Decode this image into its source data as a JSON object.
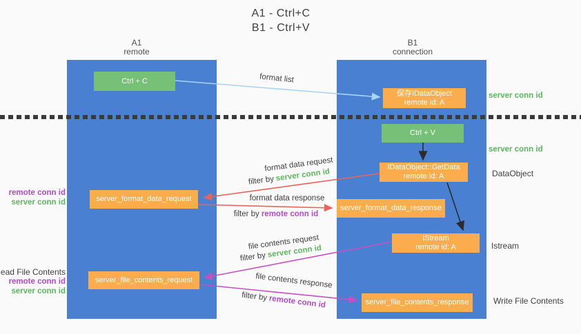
{
  "title": {
    "line1": "A1 - Ctrl+C",
    "line2": "B1 - Ctrl+V"
  },
  "columns": {
    "left": {
      "name": "A1",
      "role": "remote"
    },
    "right": {
      "name": "B1",
      "role": "connection"
    }
  },
  "nodes": {
    "ctrl_c": {
      "label": "Ctrl + C"
    },
    "save_idataobject": {
      "line1": "保存IDataObject",
      "line2": "remote id: A"
    },
    "ctrl_v": {
      "label": "Ctrl + V"
    },
    "getdata": {
      "line1": "IDataObject::GetData",
      "line2": "remote id: A"
    },
    "format_request": {
      "label": "server_format_data_request"
    },
    "format_response": {
      "label": "server_format_data_response"
    },
    "istream": {
      "line1": "IStream",
      "line2": "remote id: A"
    },
    "file_request": {
      "label": "server_file_contents_request"
    },
    "file_response": {
      "label": "server_file_contents_response"
    }
  },
  "flow_labels": {
    "format_list": "format list",
    "format_data_request": {
      "title": "format data request",
      "filter_prefix": "filter by",
      "filter_key": "server conn id"
    },
    "format_data_response": {
      "title": "format data response",
      "filter_prefix": "filter by",
      "filter_key": "remote conn id"
    },
    "file_contents_request": {
      "title": "file contents request",
      "filter_prefix": "filter by",
      "filter_key": "server conn id"
    },
    "file_contents_response": {
      "title": "file contents response",
      "filter_prefix": "filter by",
      "filter_key": "remote conn id"
    }
  },
  "side_labels": {
    "right_server_conn_id_top": "server conn id",
    "right_server_conn_id_mid": "server conn id",
    "right_dataobject": "DataObject",
    "right_istream": "Istream",
    "right_write_file_contents": "Write File Contents",
    "left_remote_conn_id_1": "remote conn id",
    "left_server_conn_id_1": "server conn id",
    "left_read_file_contents": "Read File Contents",
    "left_remote_conn_id_2": "remote conn id",
    "left_server_conn_id_2": "server conn id"
  },
  "colors": {
    "background": "#fafafa",
    "column_blue": "#4a80d2",
    "box_green": "#77c077",
    "box_orange": "#fbad4d",
    "key_green": "#5cb85f",
    "key_purple": "#b44bc8",
    "arrow_red": "#e8645a",
    "arrow_magenta": "#c750c0",
    "arrow_blue": "#a9d5f5",
    "arrow_black": "#2b2b2b",
    "text_dark": "#3f3f3f"
  }
}
